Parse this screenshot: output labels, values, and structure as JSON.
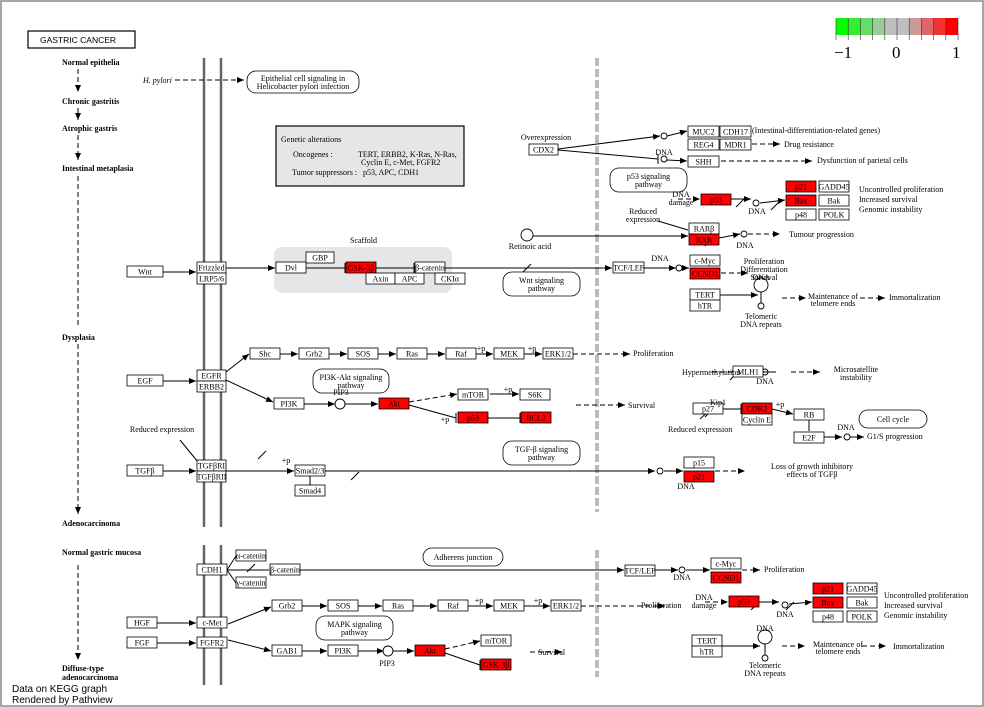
{
  "title": "GASTRIC CANCER",
  "footer": [
    "Data on KEGG graph",
    "Rendered by Pathview"
  ],
  "legend": {
    "colors": [
      "#00ff00",
      "#33ee33",
      "#66dd66",
      "#99cc99",
      "#bebebe",
      "#bebebe",
      "#cc9999",
      "#dd6666",
      "#ee3333",
      "#ff0000"
    ],
    "ticks": [
      "−1",
      "0",
      "1"
    ],
    "min": -1,
    "max": 1
  },
  "colors": {
    "up": "#ff0000",
    "node": "#ffffff",
    "complex": "#e6e6e6"
  },
  "stages_top": [
    "Normal epithelia",
    "Chronic gastritis",
    "Atrophic gastris",
    "Intestinal metaplasia",
    "Dysplasia",
    "Adenocarcinoma"
  ],
  "stages_bottom": [
    "Normal gastric mucosa",
    "Diffuse-type",
    "adenocarcinoma"
  ],
  "genetic_box": {
    "heading": "Genetic alterations",
    "onco_label": "Oncogenes :",
    "onco_1": "TERT, ERBB2, K-Ras, N-Ras,",
    "onco_2": "Cyclin E, c-Met, FGFR2",
    "ts_label": "Tumor suppressors :",
    "ts_value": "p53, APC, CDH1"
  },
  "pathways": {
    "epithelial_1": "Epithelial cell signaling in",
    "epithelial_2": "Helicobacter pylori infection",
    "p53_1": "p53 signaling",
    "p53_2": "pathway",
    "wnt_1": "Wnt signaling",
    "wnt_2": "pathway",
    "pi3k_1": "PI3K-Akt signaling",
    "pi3k_2": "pathway",
    "tgfb_1": "TGF-β signaling",
    "tgfb_2": "pathway",
    "cellcycle": "Cell cycle",
    "adherens": "Adherens junction",
    "mapk_1": "MAPK signaling",
    "mapk_2": "pathway"
  },
  "nodes": [
    {
      "id": "wnt",
      "label": "Wnt",
      "expr": 0
    },
    {
      "id": "frizzled",
      "label": "Frizzled",
      "expr": 0
    },
    {
      "id": "lrp56",
      "label": "LRP5/6",
      "expr": 0
    },
    {
      "id": "dvl",
      "label": "Dvl",
      "expr": 0
    },
    {
      "id": "gbp",
      "label": "GBP",
      "expr": 0
    },
    {
      "id": "gsk3b_1",
      "label": "GSK-3β",
      "expr": 1
    },
    {
      "id": "axin",
      "label": "Axin",
      "expr": 0
    },
    {
      "id": "apc",
      "label": "APC",
      "expr": 0
    },
    {
      "id": "bcat_1",
      "label": "β-catenin",
      "expr": 0
    },
    {
      "id": "ck1a",
      "label": "CKIα",
      "expr": 0
    },
    {
      "id": "tcflef_1",
      "label": "TCF/LEF",
      "expr": 0
    },
    {
      "id": "cmyc_1",
      "label": "c-Myc",
      "expr": 0
    },
    {
      "id": "ccnd1_1",
      "label": "CCND1",
      "expr": 1
    },
    {
      "id": "tert_1",
      "label": "TERT",
      "expr": 0
    },
    {
      "id": "htr_1",
      "label": "hTR",
      "expr": 0
    },
    {
      "id": "cdx2",
      "label": "CDX2",
      "expr": 0
    },
    {
      "id": "muc2",
      "label": "MUC2",
      "expr": 0
    },
    {
      "id": "cdh17",
      "label": "CDH17",
      "expr": 0
    },
    {
      "id": "reg4",
      "label": "REG4",
      "expr": 0
    },
    {
      "id": "mdr1",
      "label": "MDR1",
      "expr": 0
    },
    {
      "id": "shh",
      "label": "SHH",
      "expr": 0
    },
    {
      "id": "p53_1",
      "label": "p53",
      "expr": 1
    },
    {
      "id": "p21_1",
      "label": "p21",
      "expr": 1
    },
    {
      "id": "gadd45_1",
      "label": "GADD45",
      "expr": 0
    },
    {
      "id": "bax_1",
      "label": "Bax",
      "expr": 1
    },
    {
      "id": "bak_1",
      "label": "Bak",
      "expr": 0
    },
    {
      "id": "p48_1",
      "label": "p48",
      "expr": 0
    },
    {
      "id": "polk_1",
      "label": "POLK",
      "expr": 0
    },
    {
      "id": "rarb",
      "label": "RARβ",
      "expr": 0
    },
    {
      "id": "rxr",
      "label": "RXR",
      "expr": 1
    },
    {
      "id": "egf",
      "label": "EGF",
      "expr": 0
    },
    {
      "id": "egfr",
      "label": "EGFR",
      "expr": 0
    },
    {
      "id": "erbb2",
      "label": "ERBB2",
      "expr": 0
    },
    {
      "id": "shc",
      "label": "Shc",
      "expr": 0
    },
    {
      "id": "grb2_1",
      "label": "Grb2",
      "expr": 0
    },
    {
      "id": "sos_1",
      "label": "SOS",
      "expr": 0
    },
    {
      "id": "ras_1",
      "label": "Ras",
      "expr": 0
    },
    {
      "id": "raf_1",
      "label": "Raf",
      "expr": 0
    },
    {
      "id": "mek_1",
      "label": "MEK",
      "expr": 0
    },
    {
      "id": "erk_1",
      "label": "ERK1/2",
      "expr": 0
    },
    {
      "id": "pi3k_1",
      "label": "PI3K",
      "expr": 0
    },
    {
      "id": "akt_1",
      "label": "Akt",
      "expr": 1
    },
    {
      "id": "mtor_1",
      "label": "mTOR",
      "expr": 0
    },
    {
      "id": "s6k",
      "label": "S6K",
      "expr": 0
    },
    {
      "id": "p53_2",
      "label": "p53",
      "expr": 1
    },
    {
      "id": "bcl2",
      "label": "BCL2",
      "expr": 1
    },
    {
      "id": "mlh1",
      "label": "MLH1",
      "expr": 0
    },
    {
      "id": "p27",
      "label": "p27",
      "expr": 0
    },
    {
      "id": "cdk2",
      "label": "CDK2",
      "expr": 1
    },
    {
      "id": "cycline",
      "label": "Cyclin E",
      "expr": 0
    },
    {
      "id": "rb",
      "label": "RB",
      "expr": 0
    },
    {
      "id": "e2f",
      "label": "E2F",
      "expr": 0
    },
    {
      "id": "tgfb",
      "label": "TGFβ",
      "expr": 0
    },
    {
      "id": "tgfbr1",
      "label": "TGFβRI",
      "expr": 0
    },
    {
      "id": "tgfbr2",
      "label": "TGFβRII",
      "expr": 0
    },
    {
      "id": "smad23",
      "label": "Smad2/3",
      "expr": 0
    },
    {
      "id": "smad4",
      "label": "Smad4",
      "expr": 0
    },
    {
      "id": "p15",
      "label": "p15",
      "expr": 0
    },
    {
      "id": "p21_2",
      "label": "p21",
      "expr": 1
    },
    {
      "id": "cdh1",
      "label": "CDH1",
      "expr": 0
    },
    {
      "id": "acat",
      "label": "α-catenin",
      "expr": 0
    },
    {
      "id": "bcat_2",
      "label": "β-catenin",
      "expr": 0
    },
    {
      "id": "gcat",
      "label": "γ-catenin",
      "expr": 0
    },
    {
      "id": "tcflef_2",
      "label": "TCF/LEF",
      "expr": 0
    },
    {
      "id": "cmyc_2",
      "label": "c-Myc",
      "expr": 0
    },
    {
      "id": "ccnd1_2",
      "label": "CCND1",
      "expr": 1
    },
    {
      "id": "hgf",
      "label": "HGF",
      "expr": 0
    },
    {
      "id": "fgf",
      "label": "FGF",
      "expr": 0
    },
    {
      "id": "cmet",
      "label": "c-Met",
      "expr": 0
    },
    {
      "id": "fgfr2",
      "label": "FGFR2",
      "expr": 0
    },
    {
      "id": "grb2_2",
      "label": "Grb2",
      "expr": 0
    },
    {
      "id": "sos_2",
      "label": "SOS",
      "expr": 0
    },
    {
      "id": "ras_2",
      "label": "Ras",
      "expr": 0
    },
    {
      "id": "raf_2",
      "label": "Raf",
      "expr": 0
    },
    {
      "id": "mek_2",
      "label": "MEK",
      "expr": 0
    },
    {
      "id": "erk_2",
      "label": "ERK1/2",
      "expr": 0
    },
    {
      "id": "gab1",
      "label": "GAB1",
      "expr": 0
    },
    {
      "id": "pi3k_2",
      "label": "PI3K",
      "expr": 0
    },
    {
      "id": "akt_2",
      "label": "Akt",
      "expr": 1
    },
    {
      "id": "mtor_2",
      "label": "mTOR",
      "expr": 0
    },
    {
      "id": "gsk3b_2",
      "label": "GSK-3β",
      "expr": 1
    },
    {
      "id": "p53_3",
      "label": "p53",
      "expr": 1
    },
    {
      "id": "p21_3",
      "label": "p21",
      "expr": 1
    },
    {
      "id": "gadd45_2",
      "label": "GADD45",
      "expr": 0
    },
    {
      "id": "bax_2",
      "label": "Bax",
      "expr": 1
    },
    {
      "id": "bak_2",
      "label": "Bak",
      "expr": 0
    },
    {
      "id": "p48_2",
      "label": "p48",
      "expr": 0
    },
    {
      "id": "polk_2",
      "label": "POLK",
      "expr": 0
    },
    {
      "id": "tert_2",
      "label": "TERT",
      "expr": 0
    },
    {
      "id": "htr_2",
      "label": "hTR",
      "expr": 0
    }
  ],
  "labels": {
    "hpylori": "H. pylori",
    "scaffold": "Scaffold",
    "overexpression": "Overexpression",
    "intestinal_genes": "(Intestinal-differentiation-related genes)",
    "drug_resistance": "Drug resistance",
    "dysfunction": "Dysfunction of parietal cells",
    "dna": "DNA",
    "dna_damage_1": "DNA",
    "dna_damage_2": "damage",
    "uncontrolled": "Uncontrolled proliferation",
    "increased": "Increased survival",
    "genomic": "Genomic instability",
    "reduced_expr_1": "Reduced",
    "reduced_expr_2": "expression",
    "reduced_expression": "Reduced expression",
    "retinoic": "Retinoic acid",
    "tumour": "Tumour progression",
    "proliferation": "Proliferation",
    "differentiation": "Differentiation",
    "survival": "Survival",
    "maintenance_1": "Maintenance of",
    "maintenance_2": "telomere ends",
    "immortalization": "Immortalization",
    "telomeric_1": "Telomeric",
    "telomeric_2": "DNA repeats",
    "pip3": "PIP3",
    "plusp": "+p",
    "hypermethylation": "Hypermethylation",
    "microsatellite_1": "Microsatellite",
    "microsatellite_2": "instability",
    "kip1": "Kip1",
    "g1s": "G1/S progression",
    "loss_1": "Loss of growth inhibitory",
    "loss_2": "effects of TGFβ"
  }
}
